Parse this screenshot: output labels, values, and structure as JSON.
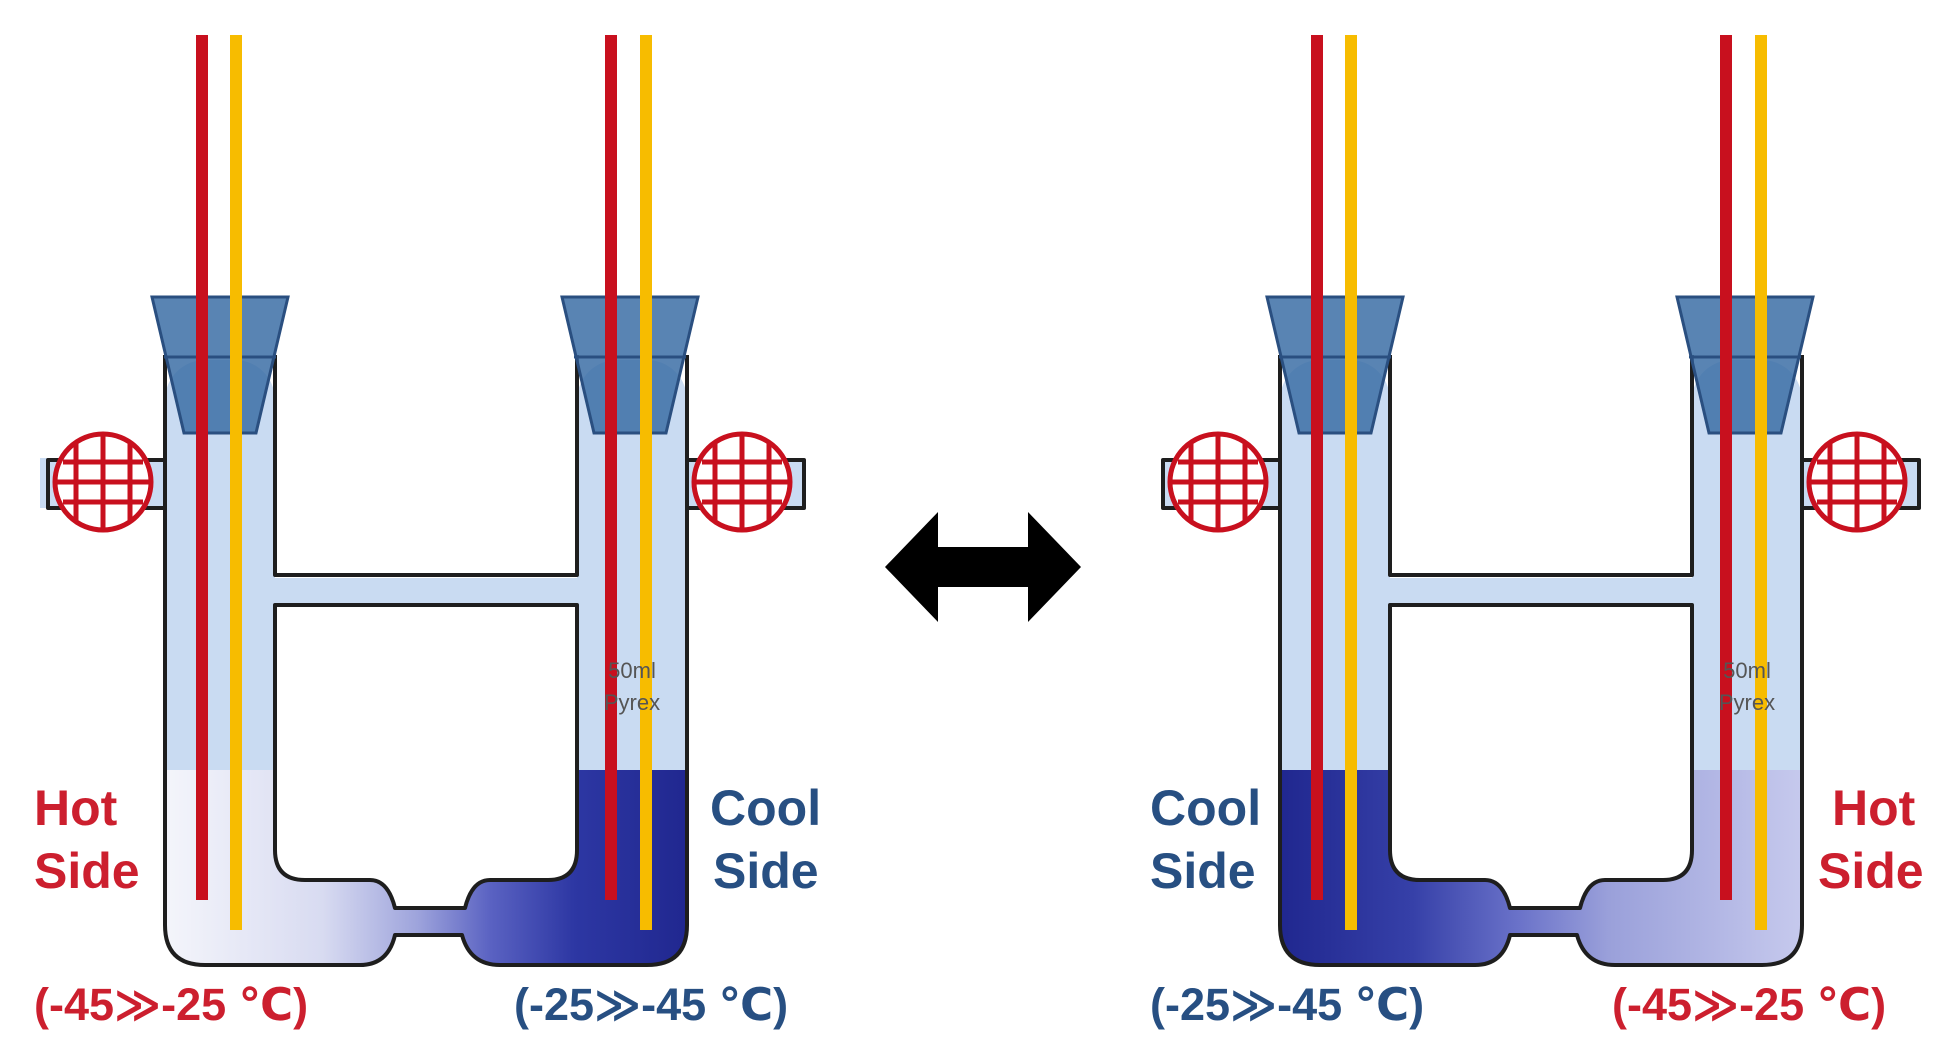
{
  "colors": {
    "hot": "#cc1f2e",
    "cool": "#274f82",
    "glass_fill": "#c9dbf2",
    "liquid_dark": "#20278f",
    "liquid_light": "#c0c4ec",
    "stopper": "#3c6ea6",
    "red_wire": "#c8101e",
    "yellow_wire": "#f7bc00",
    "outline": "#1e1e1e",
    "arrow": "#000000"
  },
  "icons": {
    "stopcock": "stopcock-valve-icon",
    "swap": "double-headed-arrow-icon"
  },
  "left_panel": {
    "left_side_label": [
      "Hot",
      "Side"
    ],
    "left_side_temp": "(-45≫-25 ℃)",
    "right_side_label": [
      "Cool",
      "Side"
    ],
    "right_side_temp": "(-25≫-45 ℃)",
    "vessel_marking": [
      "50ml",
      "Pyrex"
    ]
  },
  "right_panel": {
    "left_side_label": [
      "Cool",
      "Side"
    ],
    "left_side_temp": "(-25≫-45 ℃)",
    "right_side_label": [
      "Hot",
      "Side"
    ],
    "right_side_temp": "(-45≫-25 ℃)",
    "vessel_marking": [
      "50ml",
      "Pyrex"
    ]
  }
}
